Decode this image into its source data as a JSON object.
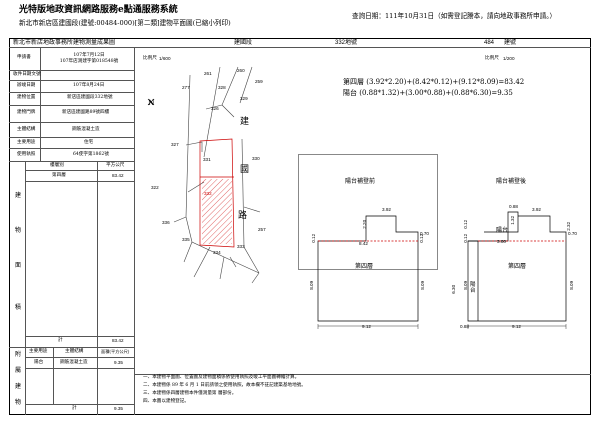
{
  "header": {
    "title": "光特版地政資訊網路服務e點通服務系統",
    "subtitle": "新北市新店區建國段(建號:00484-000)[第二類]建物平面圖(已縮小列印)",
    "query_date": "查詢日期：111年10月31日（如需登記謄本，請向地政事務所申請。）"
  },
  "title_bar": {
    "office": "新北市新店地政事務所建物測量成果圖",
    "section": "建國段",
    "land_no": "332地號",
    "building_no": "484",
    "building_label": "建號"
  },
  "info_table": {
    "rows": [
      {
        "label": "申請書",
        "value": "107年7月12日\n107年店測建字第018548號"
      },
      {
        "label": "收件日期文號",
        "value": ""
      },
      {
        "label": "辦竣日期",
        "value": "107年8月24日"
      },
      {
        "label": "建物位置",
        "value": "新店區建國段332地號"
      },
      {
        "label": "建物門牌",
        "value": "新店區建國路89號四樓"
      },
      {
        "label": "主體結構",
        "value": "鋼筋混凝土造"
      },
      {
        "label": "主要用途",
        "value": "住宅"
      },
      {
        "label": "使用執照",
        "value": "64使字第1862號"
      }
    ],
    "main_header_floor": "樓層別",
    "main_header_area": "平方公尺",
    "main_rows": [
      {
        "floor": "第四層",
        "area": "83.42"
      }
    ],
    "main_vertical_label": [
      "建",
      "物",
      "面",
      "積"
    ],
    "total_label": "計",
    "total_area": "83.42",
    "attached_header_use": "主要用途",
    "attached_header_struct": "主體結構",
    "attached_header_area": "面積(平方公尺)",
    "attached_vertical_label": [
      "附",
      "屬",
      "建",
      "物"
    ],
    "attached_rows": [
      {
        "use": "陽台",
        "struct": "鋼筋混凝土造",
        "area": "9.35"
      }
    ],
    "attached_total_label": "計",
    "attached_total": "9.35"
  },
  "map": {
    "scale_left": "比例尺",
    "scale_value": "1/600",
    "scale_right": "比例尺",
    "scale_right_value": "1/200",
    "north": "N",
    "lots": [
      "261",
      "260",
      "259",
      "277",
      "328",
      "329",
      "326",
      "327",
      "331",
      "330",
      "322",
      "332",
      "336",
      "335",
      "334",
      "333",
      "257"
    ],
    "road": [
      "建",
      "國",
      "路"
    ]
  },
  "area_formulas": {
    "floor4": "第四層 (3.92*2.20)+(8.42*0.12)+(9.12*8.09)=83.42",
    "balcony": "陽台 (0.88*1.32)+(3.00*0.88)+(0.88*6.30)=9.35"
  },
  "plan_before": {
    "title": "陽台補登前",
    "room": "第四層",
    "dims": {
      "top": "3.92",
      "left_top": "2.20",
      "right_top": "0.70",
      "mid": "8.42",
      "left_small": "0.12",
      "right_small": "0.12",
      "left": "8.09",
      "right": "8.09",
      "bottom": "9.12"
    }
  },
  "plan_after": {
    "title": "陽台補登後",
    "room": "第四層",
    "balcony1": "陽台",
    "balcony2": "陽台",
    "dims": {
      "top_left": "0.88",
      "top": "3.92",
      "d132": "1.32",
      "right_top": "2.32",
      "right_small": "0.70",
      "mid": "3.00",
      "left_small": "0.12",
      "left_mid": "0.12",
      "left": "6.30",
      "right": "8.09",
      "left2": "8.09",
      "bottom_left": "0.88",
      "bottom": "9.12"
    }
  },
  "notes": [
    "一、本建物平面圖、位置圖及建物面積係依使用執照及竣工平面圖轉繪計算。",
    "二、本建物係 89 年 6 月 1 日前請領之使用執照，故本欄不註記建築基地地號。",
    "三、本建物係四層建物本件僅測量第    層部份。",
    "四、本圖以建物登記。"
  ]
}
